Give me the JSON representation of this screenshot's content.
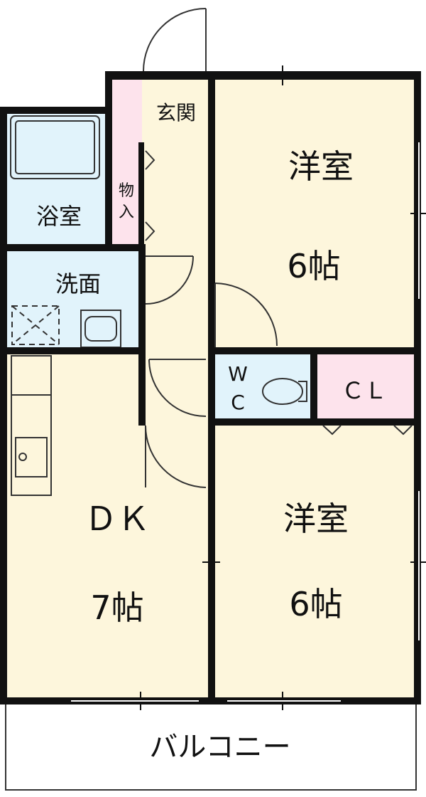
{
  "labels": {
    "entrance": "玄関",
    "bath": "浴室",
    "storage_1": "物",
    "storage_2": "入",
    "washroom": "洗面",
    "western_room_1": "洋室",
    "western_room_1_size": "6帖",
    "wc_1": "W",
    "wc_2": "C",
    "closet": "ＣＬ",
    "dk": "ＤＫ",
    "dk_size": "7帖",
    "western_room_2": "洋室",
    "western_room_2_size": "6帖",
    "balcony": "バルコニー"
  },
  "colors": {
    "wall": "#111111",
    "room_fill": "#fdf6dc",
    "wet_fill": "#e1f3fb",
    "pink_fill": "#fde3ec",
    "balcony_fill": "#ffffff"
  }
}
